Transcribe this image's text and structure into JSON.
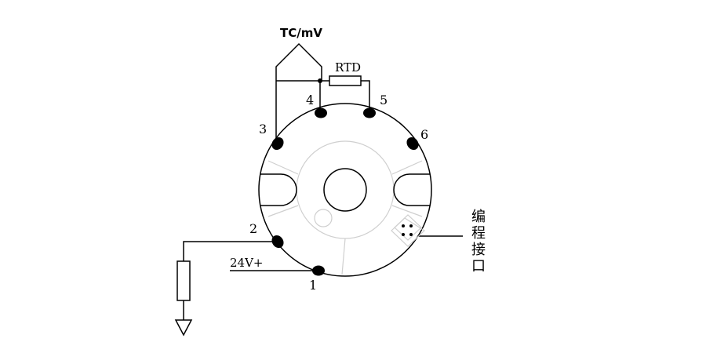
{
  "labels": {
    "tc_mv": "TC/mV",
    "rtd": "RTD",
    "supply": "24V+",
    "programming_port": "编程接口"
  },
  "terminals": [
    "1",
    "2",
    "3",
    "4",
    "5",
    "6"
  ]
}
